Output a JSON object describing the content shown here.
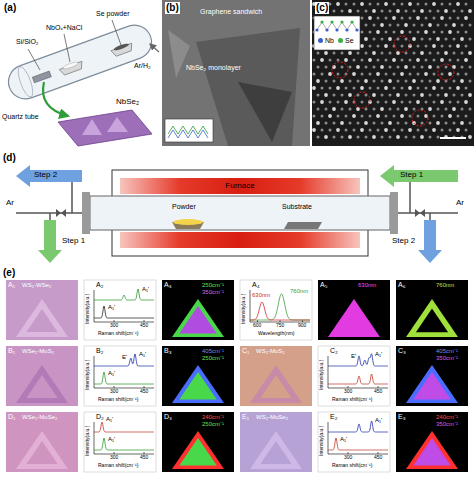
{
  "diagram": {
    "nodes": [
      {
        "text": [
          "Furnace"
        ]
      }
    ],
    "labels": [
      "(a)",
      "Si/SiO₂",
      "NbOₓ+NaCl",
      "Se powder",
      "Ar/H₂",
      "Quartz tube",
      "NbSe₂",
      "(b)",
      "Graphene sandwich",
      "NbSe₂ monolayer",
      "(c)",
      "(d)",
      "Step 2",
      "Step 1",
      "Ar",
      "Powder",
      "Substrate",
      "Step 1",
      "Step 2",
      "Ar",
      "(e)",
      "A₁",
      "WS₂-WSe₂",
      "A₂",
      "Intensity(a.u.)",
      "Raman shift(cm⁻¹)",
      "300",
      "450",
      "A₁'",
      "A₁'",
      "A₃",
      "250cm⁻¹",
      "350cm⁻¹",
      "A₄",
      "Intensity(a.u.)",
      "Wavelength(nm)",
      "600",
      "750",
      "900",
      "760nm",
      "630nm",
      "A₅",
      "630nm",
      "A₆",
      "760nm",
      "B₁",
      "WSe₂-MoS₂",
      "B₂",
      "Intensity(a.u.)",
      "Raman shift(cm⁻¹)",
      "300",
      "450",
      "E'",
      "A₁'",
      "A₁'",
      "B₃",
      "405cm⁻¹",
      "250cm⁻¹",
      "C₁",
      "WS₂-MoS₂",
      "C₂",
      "Intensity(a.u.)",
      "Raman shift(cm⁻¹)",
      "300",
      "450",
      "E'",
      "A₁'",
      "C₃",
      "405cm⁻¹",
      "350cm⁻¹",
      "D₁",
      "WSe₂-MoSe₂",
      "D₂",
      "Intensity(a.u.)",
      "Raman shift(cm⁻¹)",
      "300",
      "450",
      "A₁'",
      "A₁'",
      "D₃",
      "240cm⁻¹",
      "250cm⁻¹",
      "E₁",
      "WS₂-MoSe₂",
      "E₂",
      "Intensity(a.u.)",
      "Raman shift(cm⁻¹)",
      "300",
      "450",
      "A₁'",
      "A₁'",
      "E₃",
      "240cm⁻¹",
      "350cm⁻¹"
    ],
    "legend": [
      {
        "text": "Nb",
        "color": "#3a5fcd"
      },
      {
        "text": "Se",
        "color": "#3cb043"
      }
    ]
  }
}
